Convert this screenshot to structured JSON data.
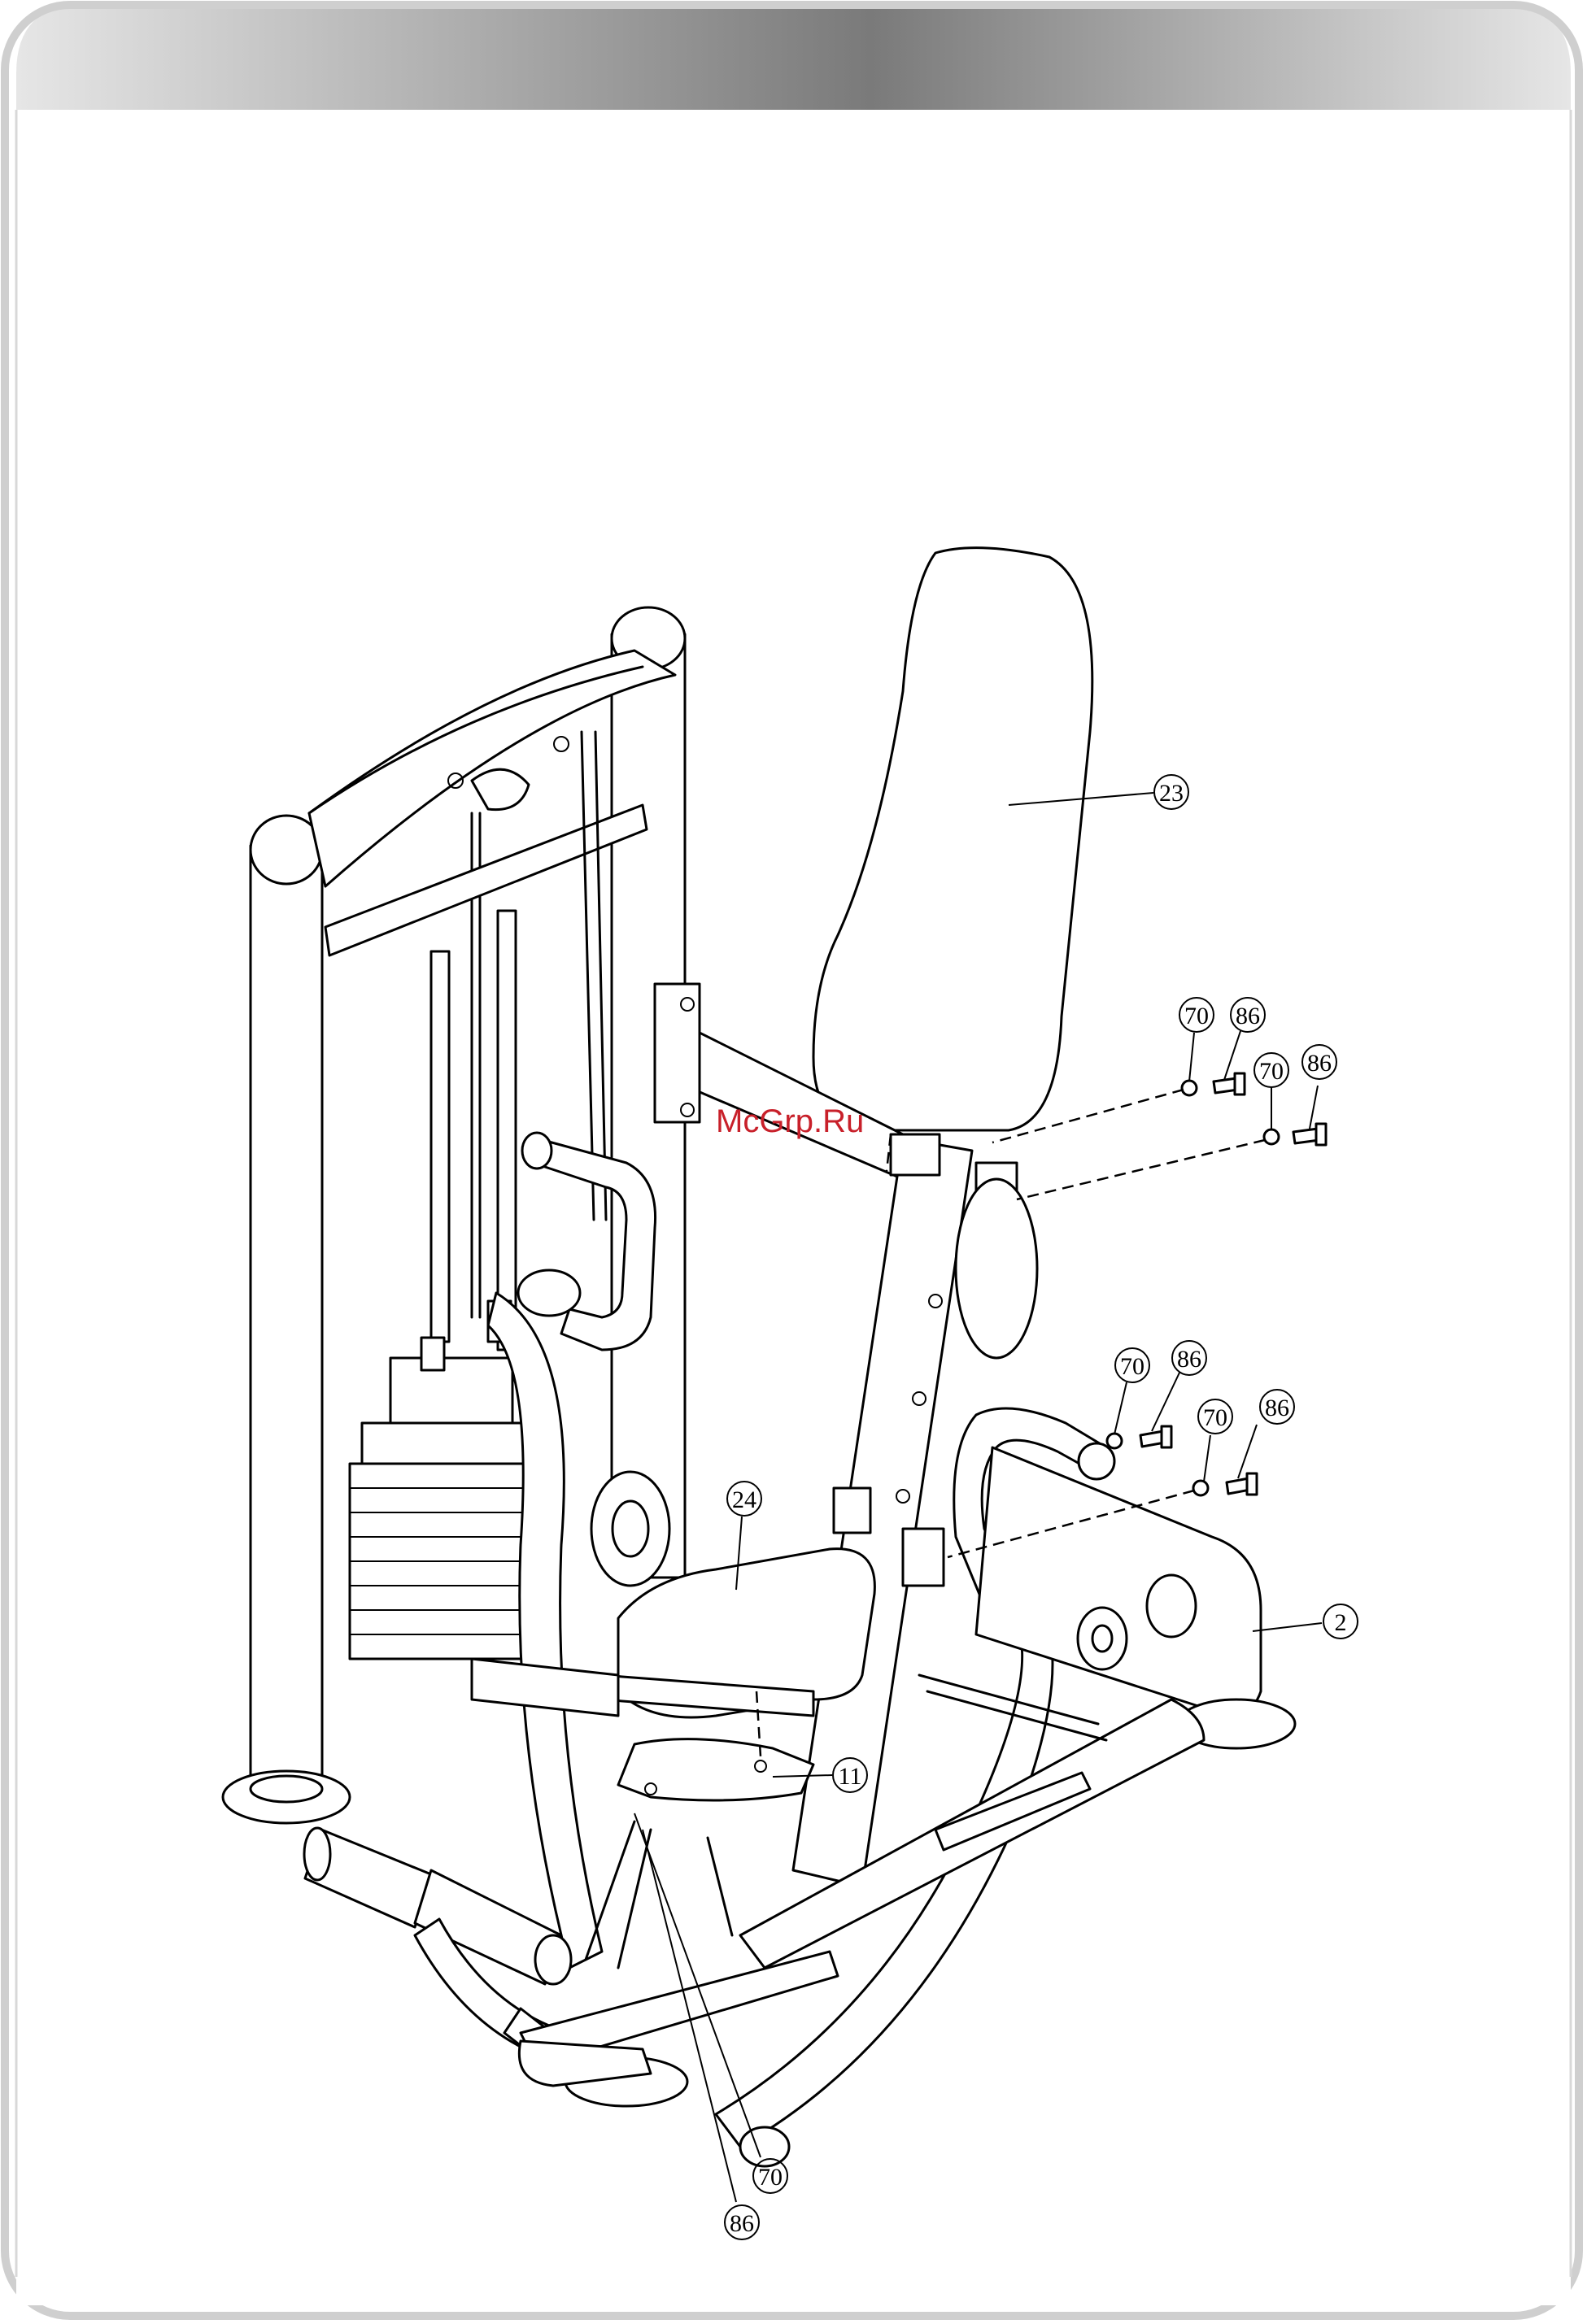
{
  "watermark": "McGrp.Ru",
  "callouts": [
    {
      "id": "c23",
      "label": "23"
    },
    {
      "id": "c70a",
      "label": "70"
    },
    {
      "id": "c86a",
      "label": "86"
    },
    {
      "id": "c70b",
      "label": "70"
    },
    {
      "id": "c86b",
      "label": "86"
    },
    {
      "id": "c70c",
      "label": "70"
    },
    {
      "id": "c86c",
      "label": "86"
    },
    {
      "id": "c70d",
      "label": "70"
    },
    {
      "id": "c86d",
      "label": "86"
    },
    {
      "id": "c24",
      "label": "24"
    },
    {
      "id": "c2",
      "label": "2"
    },
    {
      "id": "c11",
      "label": "11"
    },
    {
      "id": "c70e",
      "label": "70"
    },
    {
      "id": "c86e",
      "label": "86"
    }
  ],
  "colors": {
    "frame_gradient_dark": "#7a7a7a",
    "frame_gradient_light": "#e6e6e6",
    "watermark": "#c8202a"
  }
}
